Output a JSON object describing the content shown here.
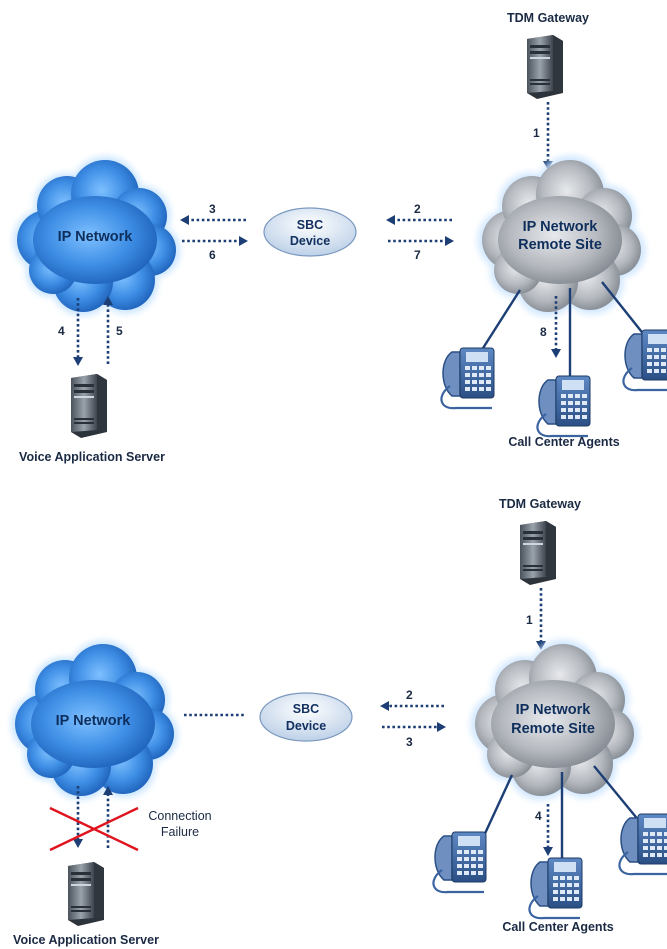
{
  "diagram1": {
    "tdm_gateway": "TDM Gateway",
    "ip_network": "IP Network",
    "sbc": [
      "SBC",
      "Device"
    ],
    "remote_site": [
      "IP Network",
      "Remote Site"
    ],
    "voice_server": "Voice Application Server",
    "call_center": "Call Center Agents",
    "steps": {
      "s1": "1",
      "s2": "2",
      "s3": "3",
      "s4": "4",
      "s5": "5",
      "s6": "6",
      "s7": "7",
      "s8": "8"
    }
  },
  "diagram2": {
    "tdm_gateway": "TDM Gateway",
    "ip_network": "IP Network",
    "sbc": [
      "SBC",
      "Device"
    ],
    "remote_site": [
      "IP Network",
      "Remote Site"
    ],
    "voice_server": "Voice Application Server",
    "call_center": "Call Center Agents",
    "failure": [
      "Connection",
      "Failure"
    ],
    "steps": {
      "s1": "1",
      "s2": "2",
      "s3": "3",
      "s4": "4"
    }
  },
  "colors": {
    "arrow": "#1d3f75",
    "failure_cross": "#e0141e",
    "cloud_blue": "#2f7fd8",
    "cloud_gray": "#8e949c"
  }
}
